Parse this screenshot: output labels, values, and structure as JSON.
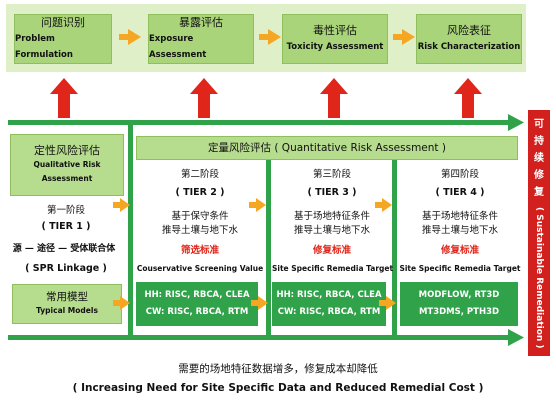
{
  "top_steps": [
    {
      "cn": "问题识别",
      "en": "Problem Formulation"
    },
    {
      "cn": "暴露评估",
      "en": "Exposure Assessment"
    },
    {
      "cn": "毒性评估",
      "en": "Toxicity Assessment"
    },
    {
      "cn": "风险表征",
      "en": "Risk Characterization"
    }
  ],
  "qualitative": {
    "cn": "定性风险评估",
    "en_line1": "Qualitative Risk",
    "en_line2": "Assessment"
  },
  "quantitative_header": "定量风险评估 ( Quantitative Risk Assessment )",
  "tier1": {
    "stage": "第一阶段",
    "tier": "( TIER 1 )",
    "desc": "源 — 途径 — 受体联合体",
    "desc_en": "( SPR Linkage )"
  },
  "tier2": {
    "stage": "第二阶段",
    "tier": "( TIER 2 )",
    "line1": "基于保守条件",
    "line2": "推导土壤与地下水",
    "std_cn": "筛选标准",
    "std_en": "Couservative Screening Value",
    "models": [
      "HH: RISC, RBCA, CLEA",
      "CW: RISC, RBCA, RTM"
    ]
  },
  "tier3": {
    "stage": "第三阶段",
    "tier": "( TIER 3 )",
    "line1": "基于场地特征条件",
    "line2": "推导土壤与地下水",
    "std_cn": "修复标准",
    "std_en": "Site Specific Remedia Target",
    "models": [
      "HH: RISC, RBCA, CLEA",
      "CW: RISC, RBCA, RTM"
    ]
  },
  "tier4": {
    "stage": "第四阶段",
    "tier": "( TIER 4 )",
    "line1": "基于场地特征条件",
    "line2": "推导土壤与地下水",
    "std_cn": "修复标准",
    "std_en": "Site Specific Remedia Target",
    "models": [
      "MODFLOW, RT3D",
      "MT3DMS, PTH3D"
    ]
  },
  "common_models": {
    "cn": "常用模型",
    "en": "Typical Models"
  },
  "sustainable": {
    "cn": "可持续修复",
    "en": "( Sustainable Remediation )"
  },
  "bottom": {
    "cn": "需要的场地特征数据增多，修复成本却降低",
    "en": "( Increasing Need for Site Specific Data and Reduced Remedial Cost )"
  },
  "colors": {
    "band": "#dff0c8",
    "box": "#a9d47a",
    "green_line": "#2fa24a",
    "orange": "#f5a623",
    "red": "#e0261b"
  }
}
